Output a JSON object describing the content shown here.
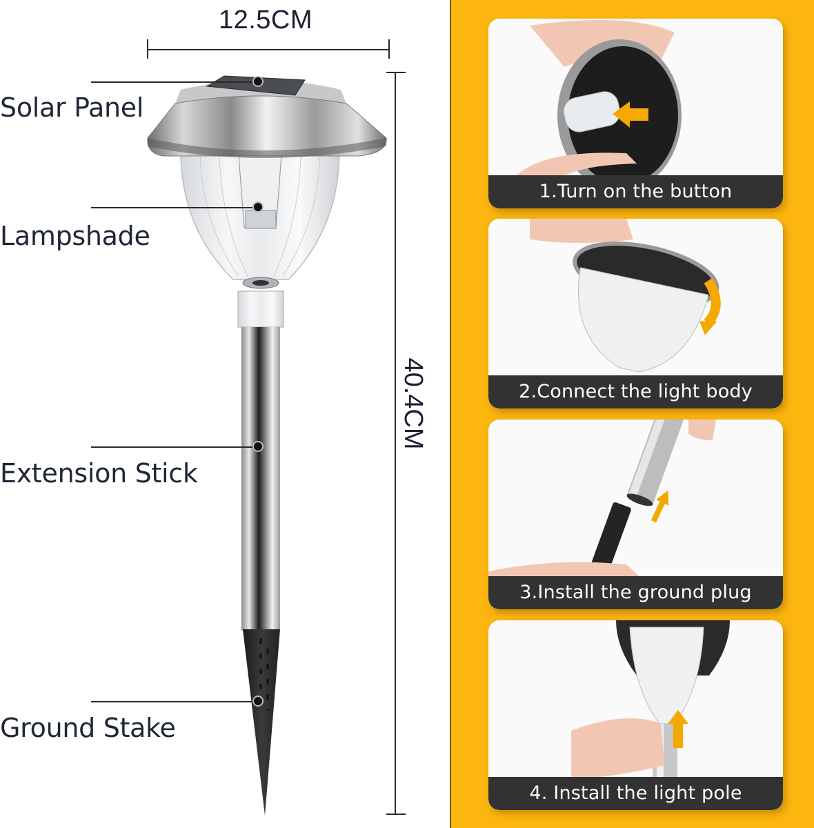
{
  "dimensions": {
    "width_label": "12.5CM",
    "height_label": "40.4CM"
  },
  "parts": [
    {
      "label": "Solar Panel"
    },
    {
      "label": "Lampshade"
    },
    {
      "label": "Extension Stick"
    },
    {
      "label": "Ground Stake"
    }
  ],
  "steps": [
    {
      "caption": "1.Turn on the button"
    },
    {
      "caption": "2.Connect the light body"
    },
    {
      "caption": "3.Install the ground plug"
    },
    {
      "caption": "4. Install the light pole"
    }
  ],
  "colors": {
    "panel_background": "#fcb60f",
    "caption_background": "#323232",
    "caption_text": "#ffffff",
    "arrow_accent": "#f5a800",
    "label_text": "#1f2636"
  }
}
